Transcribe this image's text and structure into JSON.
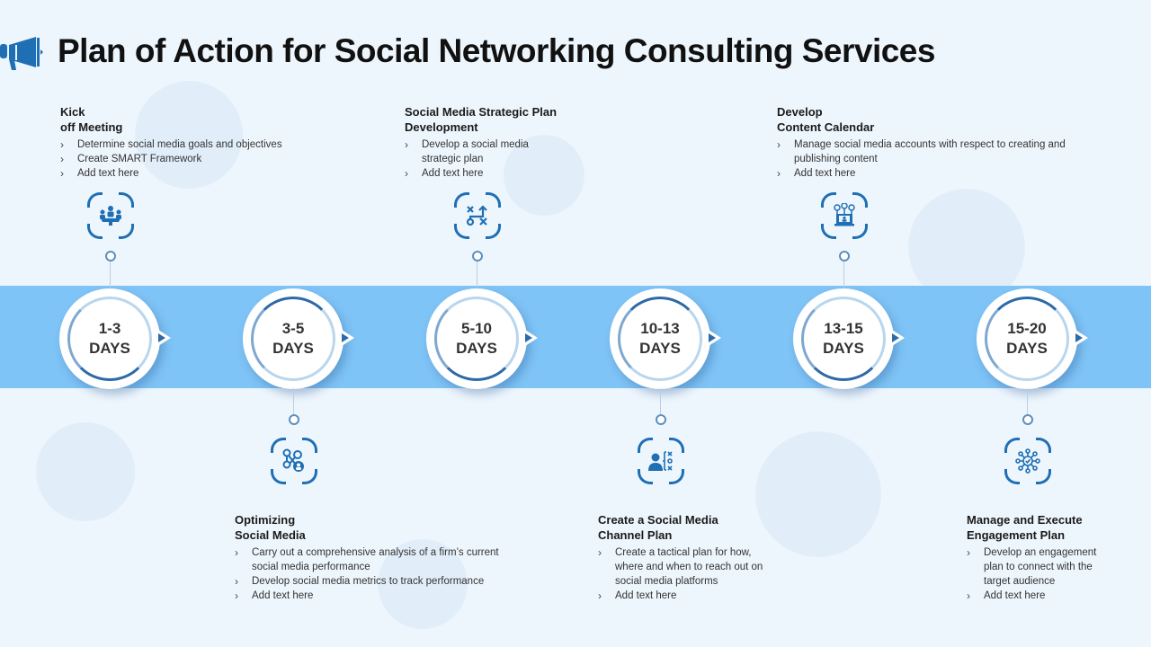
{
  "header": {
    "title": "Plan of Action for Social Networking Consulting Services",
    "icon": "megaphone-icon"
  },
  "colors": {
    "band": "#7fc4f6",
    "accent": "#1f6fb5",
    "background": "#eef6fd",
    "dark_ring": "#2c6aa8"
  },
  "timeline": [
    {
      "range": "1-3",
      "unit": "DAYS",
      "position": "top",
      "title_line1": "Kick",
      "title_line2": "off Meeting",
      "icon": "meeting-table-icon",
      "bullets": [
        "Determine  social media goals and objectives",
        "Create SMART  Framework",
        "Add text here"
      ]
    },
    {
      "range": "3-5",
      "unit": "DAYS",
      "position": "bottom",
      "title_line1": "Optimizing",
      "title_line2": "Social Media",
      "icon": "network-user-icon",
      "bullets": [
        "Carry out a comprehensive analysis of a firm’s current social media performance",
        "Develop social media metrics to track performance",
        "Add text here"
      ]
    },
    {
      "range": "5-10",
      "unit": "DAYS",
      "position": "top",
      "title_line1": "Social Media Strategic Plan",
      "title_line2": "Development",
      "icon": "strategy-play-icon",
      "bullets": [
        "Develop a social media strategic plan",
        "Add text here"
      ]
    },
    {
      "range": "10-13",
      "unit": "DAYS",
      "position": "bottom",
      "title_line1": "Create a Social Media",
      "title_line2": "Channel Plan",
      "icon": "person-tactics-icon",
      "bullets": [
        "Create a tactical plan for how, where and when to reach out on social media platforms",
        "Add text here"
      ]
    },
    {
      "range": "13-15",
      "unit": "DAYS",
      "position": "top",
      "title_line1": "Develop",
      "title_line2": "Content Calendar",
      "icon": "laptop-users-icon",
      "bullets": [
        "Manage social media accounts with respect to creating and publishing content",
        "Add text here"
      ]
    },
    {
      "range": "15-20",
      "unit": "DAYS",
      "position": "bottom",
      "title_line1": "Manage and Execute",
      "title_line2": "Engagement Plan",
      "icon": "engagement-hub-icon",
      "bullets": [
        "Develop an engagement  plan to connect with the target audience",
        "Add text here"
      ]
    }
  ]
}
